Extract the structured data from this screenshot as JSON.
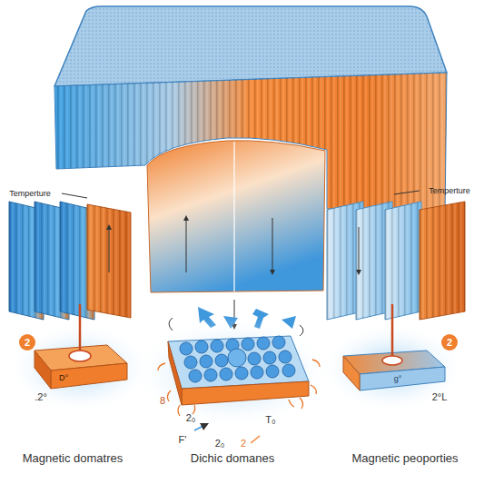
{
  "diagram": {
    "labels": [
      "Temperture",
      "Temperture",
      "2",
      "2",
      ".2°",
      "2°L",
      "8",
      "2₀",
      "T₀",
      "F'",
      "2₀",
      "2",
      "D°",
      "g°",
      "Magnetic domatres",
      "Dichic domanes",
      "Magnetic peoporties"
    ]
  }
}
